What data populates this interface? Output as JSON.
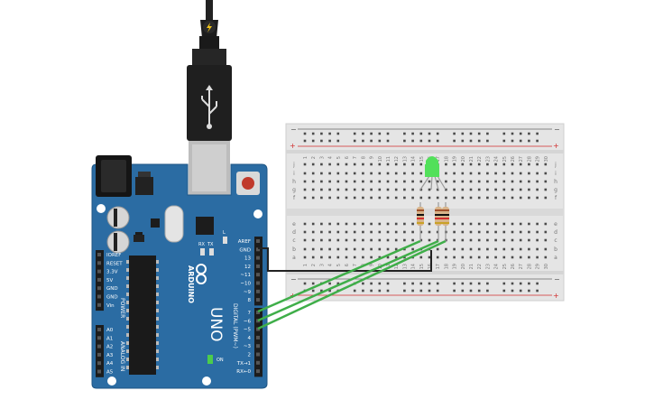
{
  "canvas": {
    "background": "#ffffff"
  },
  "usb": {
    "connector_icon": "lightning-icon",
    "port_icon": "usb-symbol-icon"
  },
  "board": {
    "brand": "ARDUINO",
    "model": "UNO",
    "color": "#2b6ca3",
    "label_on": "ON",
    "label_l": "L",
    "label_tx": "TX",
    "label_rx": "RX",
    "power_header_title": "POWER",
    "analog_header_title": "ANALOG IN",
    "digital_header_title": "DIGITAL (PWM~)",
    "power_labels": [
      "IOREF",
      "RESET",
      "3.3V",
      "5V",
      "GND",
      "GND",
      "Vin"
    ],
    "analog_labels": [
      "A0",
      "A1",
      "A2",
      "A3",
      "A4",
      "A5"
    ],
    "top_right_labels": [
      "AREF",
      "GND",
      "13",
      "12",
      "~11",
      "~10",
      "~9",
      "8"
    ],
    "bottom_right_labels": [
      "7",
      "~6",
      "~5",
      "4",
      "~3",
      "2",
      "TX→1",
      "RX←0"
    ]
  },
  "breadboard": {
    "columns": 30,
    "row_letters_top": [
      "j",
      "i",
      "h",
      "g",
      "f"
    ],
    "row_letters_bottom": [
      "e",
      "d",
      "c",
      "b",
      "a"
    ],
    "rail_plus": "+",
    "rail_minus": "−",
    "column_numbers": [
      "1",
      "2",
      "3",
      "4",
      "5",
      "6",
      "7",
      "8",
      "9",
      "10",
      "11",
      "12",
      "13",
      "14",
      "15",
      "16",
      "17",
      "18",
      "19",
      "20",
      "21",
      "22",
      "23",
      "24",
      "25",
      "26",
      "27",
      "28",
      "29",
      "30"
    ]
  },
  "components": {
    "led": {
      "name": "rgb-led",
      "color": "#52e05a"
    },
    "resistors": [
      "resistor-1",
      "resistor-2",
      "resistor-3"
    ]
  },
  "wires": {
    "signal_color": "#3fae49",
    "ground_color": "#222222"
  }
}
